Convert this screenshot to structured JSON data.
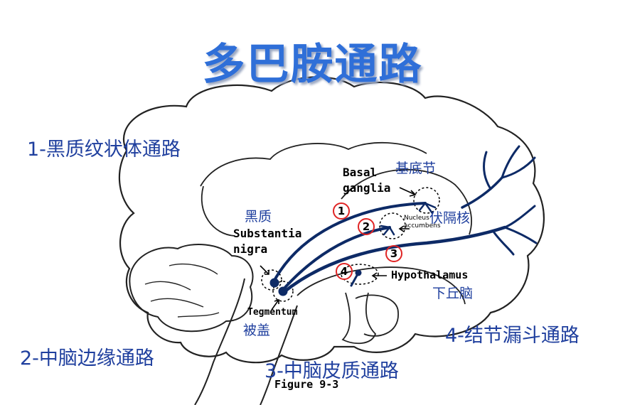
{
  "title": "多巴胺通路",
  "pathways": {
    "p1": "1-黑质纹状体通路",
    "p2": "2-中脑边缘通路",
    "p3": "3-中脑皮质通路",
    "p4": "4-结节漏斗通路"
  },
  "labels": {
    "basal_ganglia_en": "Basal\nganglia",
    "basal_ganglia_cn": "基底节",
    "nucleus_en": "Nucleus\naccumbens",
    "nucleus_cn": "伏隔核",
    "substantia_en": "Substantia\nnigra",
    "substantia_cn": "黑质",
    "tegmentum_en": "Tegmentum",
    "tegmentum_cn": "被盖",
    "hypothalamus_en": "Hypothalamus",
    "hypothalamus_cn": "下丘脑",
    "figure": "Figure 9-3"
  },
  "markers": [
    "1",
    "2",
    "3",
    "4"
  ],
  "colors": {
    "title": "#2f6fd8",
    "caption": "#1f3f9e",
    "pathway": "#0d2a66",
    "marker_ring": "#e02424"
  }
}
